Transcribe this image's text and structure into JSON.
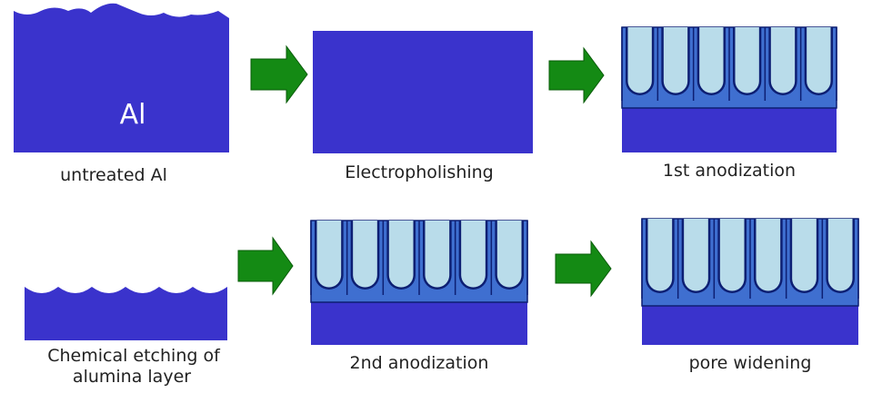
{
  "colors": {
    "metal": "#3a33cc",
    "oxide_wall": "#3f6fd0",
    "oxide_edge": "#0d1f73",
    "pore_fill": "#b9dcea",
    "arrow": "#148a14",
    "arrow_edge": "#0a5c0a",
    "text": "#222222"
  },
  "steps": [
    {
      "id": "untreated",
      "caption": "untreated Al",
      "inner_label": "Al"
    },
    {
      "id": "electropolishing",
      "caption": "Electropholishing"
    },
    {
      "id": "first-anodization",
      "caption": "1st anodization"
    },
    {
      "id": "chemical-etching",
      "caption_lines": [
        "Chemical etching of",
        "alumina layer"
      ]
    },
    {
      "id": "second-anodization",
      "caption": "2nd anodization"
    },
    {
      "id": "pore-widening",
      "caption": "pore widening"
    }
  ],
  "arrows": [
    "step-arrow-1",
    "step-arrow-2",
    "step-arrow-3",
    "step-arrow-4"
  ]
}
